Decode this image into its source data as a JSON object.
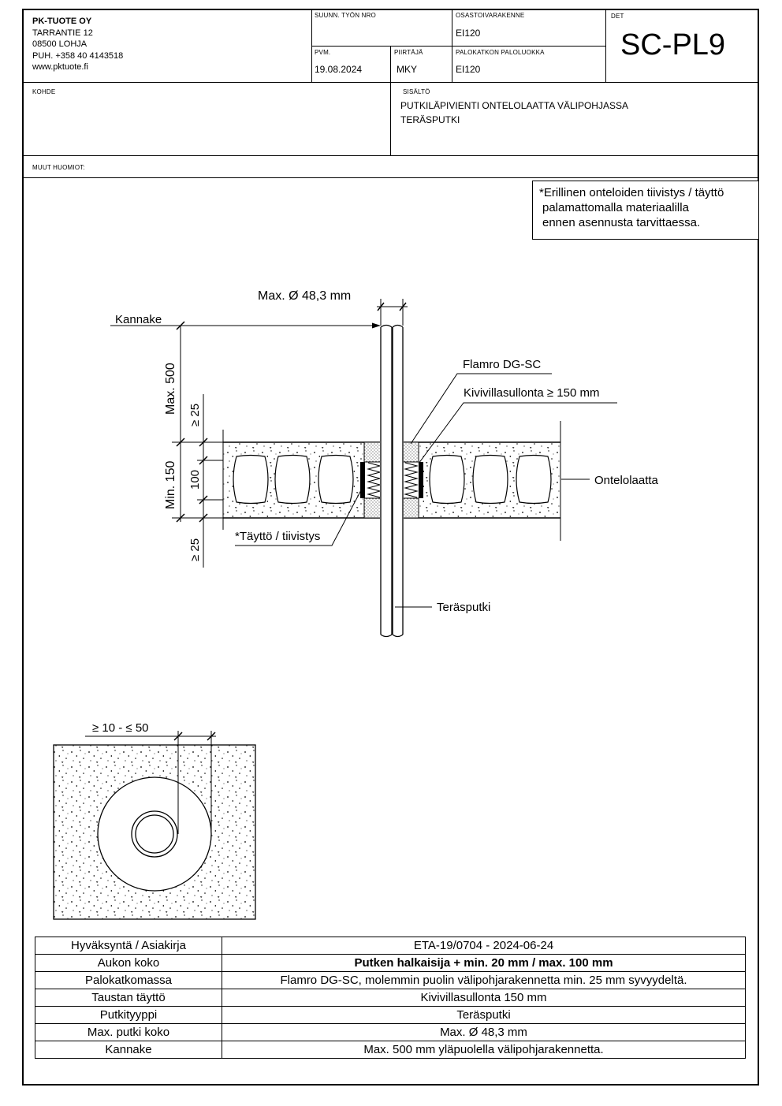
{
  "company": {
    "name": "PK-TUOTE OY",
    "street": "TARRANTIE 12",
    "postal": "08500 LOHJA",
    "phone": "PUH. +358 40 4143518",
    "web": "www.pktuote.fi"
  },
  "title_block": {
    "work_no_label": "SUUNN. TYÖN NRO",
    "work_no_value": "",
    "component_label": "OSASTOIVARAKENNE",
    "component_value": "EI120",
    "det_label": "DET",
    "det_value": "SC-PL9",
    "date_label": "PVM.",
    "date_value": "19.08.2024",
    "drawer_label": "PIIRTÄJÄ",
    "drawer_value": "MKY",
    "fire_class_label": "PALOKATKON PALOLUOKKA",
    "fire_class_value": "EI120",
    "target_label": "KOHDE",
    "target_value": "",
    "content_label": "SISÄLTÖ",
    "content_line1": "PUTKILÄPIVIENTI ONTELOLAATTA VÄLIPOHJASSA",
    "content_line2": "TERÄSPUTKI",
    "notes_label": "MUUT HUOMIOT:"
  },
  "note": {
    "line1": "*Erillinen onteloiden tiivistys / täyttö",
    "line2": "palamattomalla materiaalilla",
    "line3": "ennen asennusta tarvittaessa."
  },
  "drawing": {
    "max_diameter": "Max. Ø 48,3 mm",
    "kannake": "Kannake",
    "max500": "Max. 500",
    "ge25_top": "≥ 25",
    "min150": "Min. 150",
    "dim100": "100",
    "ge25_bottom": "≥ 25",
    "flamro": "Flamro DG-SC",
    "kivivilla": "Kivivillasullonta ≥ 150 mm",
    "ontelolaatta": "Ontelolaatta",
    "tayttö": "*Täyttö / tiivistys",
    "terasputki": "Teräsputki",
    "gap_dim": "≥ 10 - ≤ 50"
  },
  "spec_table": [
    {
      "key": "Hyväksyntä / Asiakirja",
      "value": "ETA-19/0704 - 2024-06-24",
      "bold": false
    },
    {
      "key": "Aukon koko",
      "value": "Putken halkaisija + min. 20 mm / max. 100 mm",
      "bold": true
    },
    {
      "key": "Palokatkomassa",
      "value": "Flamro DG-SC, molemmin puolin välipohjarakennetta min. 25 mm syvyydeltä.",
      "bold": false
    },
    {
      "key": "Taustan täyttö",
      "value": "Kivivillasullonta 150 mm",
      "bold": false
    },
    {
      "key": "Putkityyppi",
      "value": "Teräsputki",
      "bold": false
    },
    {
      "key": "Max. putki koko",
      "value": "Max. Ø 48,3 mm",
      "bold": false
    },
    {
      "key": "Kannake",
      "value": "Max. 500 mm yläpuolella välipohjarakennetta.",
      "bold": false
    }
  ]
}
